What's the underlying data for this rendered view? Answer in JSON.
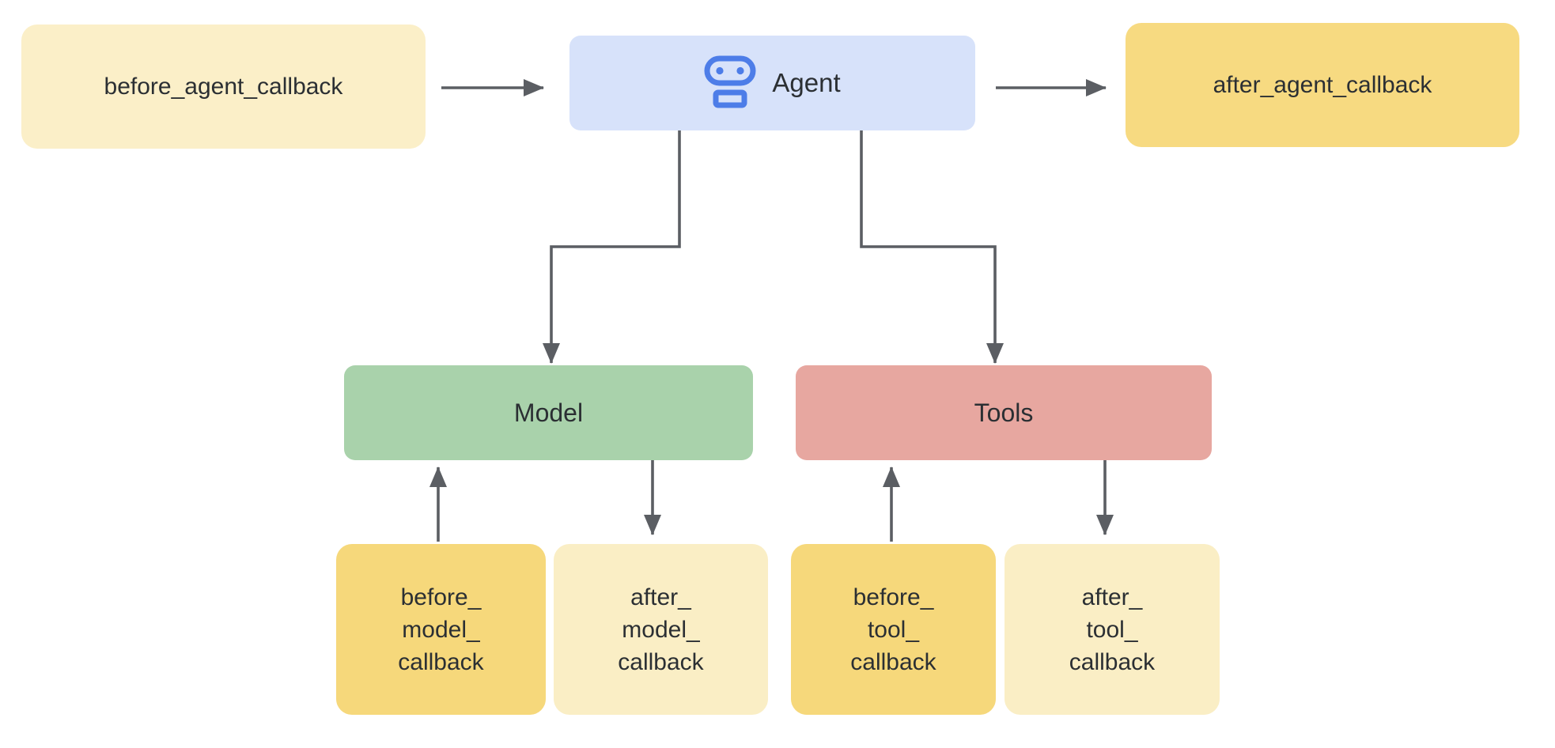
{
  "colors": {
    "background": "#ffffff",
    "connector": "#5b5e63",
    "text": "#2b2f33"
  },
  "nodes": {
    "before_agent": {
      "label": "before_agent_callback",
      "fill": "#fbefc8"
    },
    "agent": {
      "label": "Agent",
      "fill": "#d7e2fa",
      "icon": "robot-icon",
      "icon_color": "#4d7de8"
    },
    "after_agent": {
      "label": "after_agent_callback",
      "fill": "#f7da81"
    },
    "model": {
      "label": "Model",
      "fill": "#a9d2ab"
    },
    "tools": {
      "label": "Tools",
      "fill": "#e7a7a0"
    },
    "before_model": {
      "lines": [
        "before_",
        "model_",
        "callback"
      ],
      "fill": "#f6d87b"
    },
    "after_model": {
      "lines": [
        "after_",
        "model_",
        "callback"
      ],
      "fill": "#faeec5"
    },
    "before_tool": {
      "lines": [
        "before_",
        "tool_",
        "callback"
      ],
      "fill": "#f6d87b"
    },
    "after_tool": {
      "lines": [
        "after_",
        "tool_",
        "callback"
      ],
      "fill": "#faeec5"
    }
  },
  "edges": [
    {
      "id": "before-agent-to-agent",
      "from": "before_agent_callback",
      "to": "Agent"
    },
    {
      "id": "agent-to-after-agent",
      "from": "Agent",
      "to": "after_agent_callback"
    },
    {
      "id": "agent-to-model",
      "from": "Agent",
      "to": "Model"
    },
    {
      "id": "agent-to-tools",
      "from": "Agent",
      "to": "Tools"
    },
    {
      "id": "before-model-to-model",
      "from": "before_model_callback",
      "to": "Model"
    },
    {
      "id": "model-to-after-model",
      "from": "Model",
      "to": "after_model_callback"
    },
    {
      "id": "before-tool-to-tools",
      "from": "before_tool_callback",
      "to": "Tools"
    },
    {
      "id": "tools-to-after-tool",
      "from": "Tools",
      "to": "after_tool_callback"
    }
  ]
}
